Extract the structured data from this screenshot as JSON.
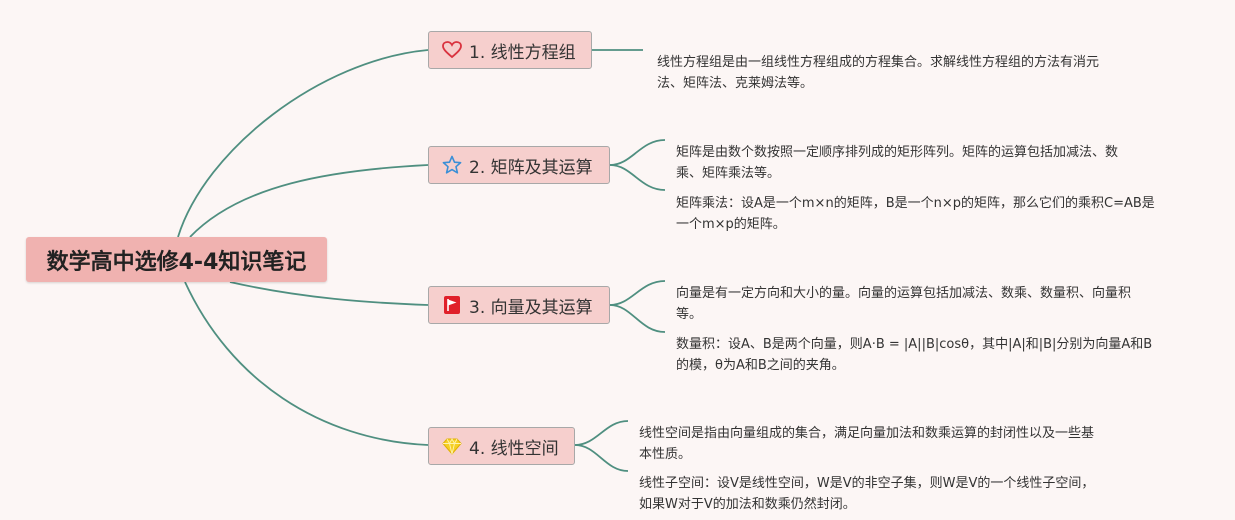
{
  "root": {
    "title": "数学高中选修4-4知识笔记"
  },
  "topics": [
    {
      "label": "1. 线性方程组",
      "icon": "heart-icon",
      "notes": [
        "线性方程组是由一组线性方程组成的方程集合。求解线性方程组的方法有消元\n法、矩阵法、克莱姆法等。"
      ]
    },
    {
      "label": "2. 矩阵及其运算",
      "icon": "star-icon",
      "notes": [
        "矩阵是由数个数按照一定顺序排列成的矩形阵列。矩阵的运算包括加减法、数\n乘、矩阵乘法等。",
        "矩阵乘法：设A是一个m×n的矩阵，B是一个n×p的矩阵，那么它们的乘积C=AB是\n一个m×p的矩阵。"
      ]
    },
    {
      "label": "3. 向量及其运算",
      "icon": "red-flag-icon",
      "notes": [
        "向量是有一定方向和大小的量。向量的运算包括加减法、数乘、数量积、向量积\n等。",
        "数量积：设A、B是两个向量，则A·B = |A||B|cosθ，其中|A|和|B|分别为向量A和B\n的模，θ为A和B之间的夹角。"
      ]
    },
    {
      "label": "4. 线性空间",
      "icon": "diamond-icon",
      "notes": [
        "线性空间是指由向量组成的集合，满足向量加法和数乘运算的封闭性以及一些基\n本性质。",
        "线性子空间：设V是线性空间，W是V的非空子集，则W是V的一个线性子空间，\n如果W对于V的加法和数乘仍然封闭。"
      ]
    }
  ],
  "colors": {
    "background": "#fcf6f5",
    "root_fill": "#f0b2b0",
    "topic_fill": "#f6cfcd",
    "connector": "#4f8f80"
  }
}
